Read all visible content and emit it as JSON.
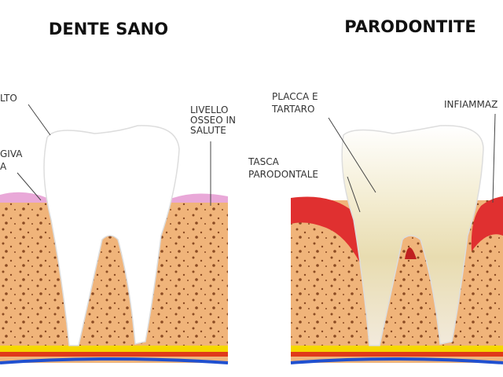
{
  "titles": {
    "left": "DENTE SANO",
    "right": "PARODONTITE"
  },
  "left_labels": {
    "enamel": "LTO",
    "gum_1": "GIVA",
    "gum_2": "A",
    "bone_1": "LIVELLO",
    "bone_2": "OSSEO IN",
    "bone_3": "SALUTE"
  },
  "right_labels": {
    "plaque_1": "PLACCA E",
    "plaque_2": "TARTARO",
    "inflammation": "INFIAMMAZ",
    "pocket_1": "TASCA",
    "pocket_2": "PARODONTALE"
  },
  "colors": {
    "bone": "#f0b47a",
    "bone_spots": "#8a4a22",
    "gum_healthy": "#e9a8d8",
    "gum_inflamed": "#e03030",
    "tooth": "#ffffff",
    "plaque": "#e8dcb0"
  }
}
